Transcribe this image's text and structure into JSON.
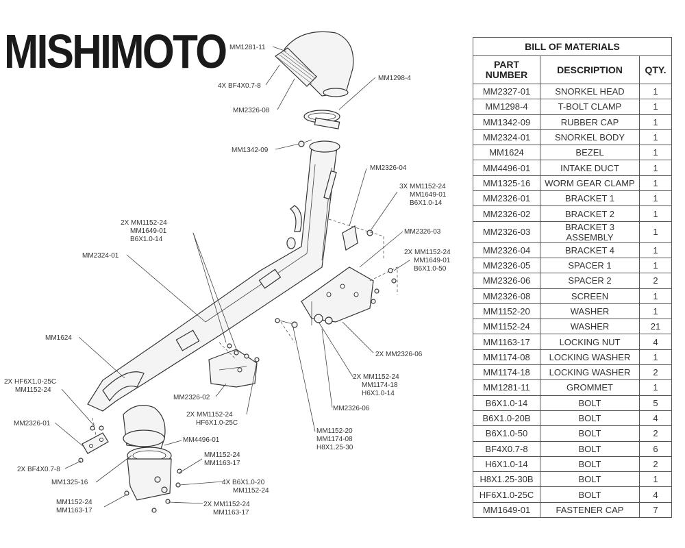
{
  "brand": "MISHIMOTO",
  "bom": {
    "title": "BILL OF MATERIALS",
    "headers": {
      "part_line1": "PART",
      "part_line2": "NUMBER",
      "description": "DESCRIPTION",
      "qty": "QTY."
    },
    "rows": [
      {
        "part": "MM2327-01",
        "desc": "SNORKEL HEAD",
        "qty": "1"
      },
      {
        "part": "MM1298-4",
        "desc": "T-BOLT CLAMP",
        "qty": "1"
      },
      {
        "part": "MM1342-09",
        "desc": "RUBBER CAP",
        "qty": "1"
      },
      {
        "part": "MM2324-01",
        "desc": "SNORKEL BODY",
        "qty": "1"
      },
      {
        "part": "MM1624",
        "desc": "BEZEL",
        "qty": "1"
      },
      {
        "part": "MM4496-01",
        "desc": "INTAKE DUCT",
        "qty": "1"
      },
      {
        "part": "MM1325-16",
        "desc": "WORM GEAR CLAMP",
        "qty": "1"
      },
      {
        "part": "MM2326-01",
        "desc": "BRACKET 1",
        "qty": "1"
      },
      {
        "part": "MM2326-02",
        "desc": "BRACKET 2",
        "qty": "1"
      },
      {
        "part": "MM2326-03",
        "desc": "BRACKET 3 ASSEMBLY",
        "qty": "1"
      },
      {
        "part": "MM2326-04",
        "desc": "BRACKET 4",
        "qty": "1"
      },
      {
        "part": "MM2326-05",
        "desc": "SPACER 1",
        "qty": "1"
      },
      {
        "part": "MM2326-06",
        "desc": "SPACER 2",
        "qty": "2"
      },
      {
        "part": "MM2326-08",
        "desc": "SCREEN",
        "qty": "1"
      },
      {
        "part": "MM1152-20",
        "desc": "WASHER",
        "qty": "1"
      },
      {
        "part": "MM1152-24",
        "desc": "WASHER",
        "qty": "21"
      },
      {
        "part": "MM1163-17",
        "desc": "LOCKING NUT",
        "qty": "4"
      },
      {
        "part": "MM1174-08",
        "desc": "LOCKING WASHER",
        "qty": "1"
      },
      {
        "part": "MM1174-18",
        "desc": "LOCKING WASHER",
        "qty": "2"
      },
      {
        "part": "MM1281-11",
        "desc": "GROMMET",
        "qty": "1"
      },
      {
        "part": "B6X1.0-14",
        "desc": "BOLT",
        "qty": "5"
      },
      {
        "part": "B6X1.0-20B",
        "desc": "BOLT",
        "qty": "4"
      },
      {
        "part": "B6X1.0-50",
        "desc": "BOLT",
        "qty": "2"
      },
      {
        "part": "BF4X0.7-8",
        "desc": "BOLT",
        "qty": "6"
      },
      {
        "part": "H6X1.0-14",
        "desc": "BOLT",
        "qty": "2"
      },
      {
        "part": "H8X1.25-30B",
        "desc": "BOLT",
        "qty": "1"
      },
      {
        "part": "HF6X1.0-25C",
        "desc": "BOLT",
        "qty": "4"
      },
      {
        "part": "MM1649-01",
        "desc": "FASTENER CAP",
        "qty": "7"
      }
    ]
  },
  "callouts": {
    "c01": "MM1281-11",
    "c02": "4X BF4X0.7-8",
    "c03": "MM2326-08",
    "c04": "MM1298-4",
    "c05": "MM1342-09",
    "c06": "MM2326-04",
    "c07a": "3X MM1152-24",
    "c07b": "MM1649-01",
    "c07c": "B6X1.0-14",
    "c08": "MM2326-03",
    "c09a": "2X MM1152-24",
    "c09b": "MM1649-01",
    "c09c": "B6X1.0-14",
    "c10": "MM2324-01",
    "c11a": "2X MM1152-24",
    "c11b": "MM1649-01",
    "c11c": "B6X1.0-50",
    "c12": "MM1624",
    "c13": "2X MM2326-06",
    "c14a": "2X HF6X1.0-25C",
    "c14b": "MM1152-24",
    "c15a": "2X MM1152-24",
    "c15b": "MM1174-18",
    "c15c": "H6X1.0-14",
    "c16": "MM2326-02",
    "c17a": "2X MM1152-24",
    "c17b": "HF6X1.0-25C",
    "c18": "MM2326-06",
    "c19": "MM2326-01",
    "c20a": "MM1152-20",
    "c20b": "MM1174-08",
    "c20c": "H8X1.25-30",
    "c21": "MM4496-01",
    "c22a": "MM1152-24",
    "c22b": "MM1163-17",
    "c23": "2X BF4X0.7-8",
    "c24": "MM1325-16",
    "c25a": "4X B6X1.0-20",
    "c25b": "MM1152-24",
    "c26a": "MM1152-24",
    "c26b": "MM1163-17",
    "c27a": "2X MM1152-24",
    "c27b": "MM1163-17"
  }
}
